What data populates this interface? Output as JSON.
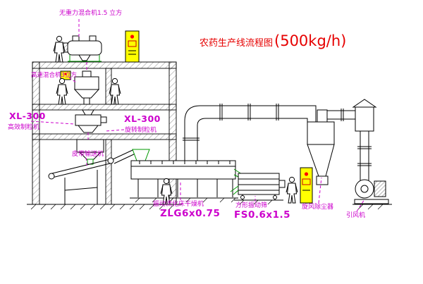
{
  "title": {
    "text": "农药生产线流程图",
    "capacity": "(500kg/h)"
  },
  "labels": {
    "zero_gravity_mixer": "无重力混合机1.5 立方",
    "high_speed_mixer": "高速混合机3立方",
    "granulator_a_model": "XL-300",
    "granulator_a_name": "高效制粒机",
    "granulator_b_model": "XL-300",
    "granulator_b_name": "旋转制粒机",
    "belt_conveyor": "皮带输送机",
    "dryer_name": "振动流化床干燥机",
    "dryer_model": "ZLG6x0.75",
    "sieve_name": "方形振动筛",
    "sieve_model": "FS0.6x1.5",
    "cyclone": "旋风除尘器",
    "fan": "引风机"
  },
  "colors": {
    "label": "#cc00cc",
    "title": "#e60000",
    "line": "#000000",
    "cabinet_fill": "#ffff00",
    "indicator": "#ff0000",
    "accent": "#009900",
    "background": "#ffffff"
  }
}
